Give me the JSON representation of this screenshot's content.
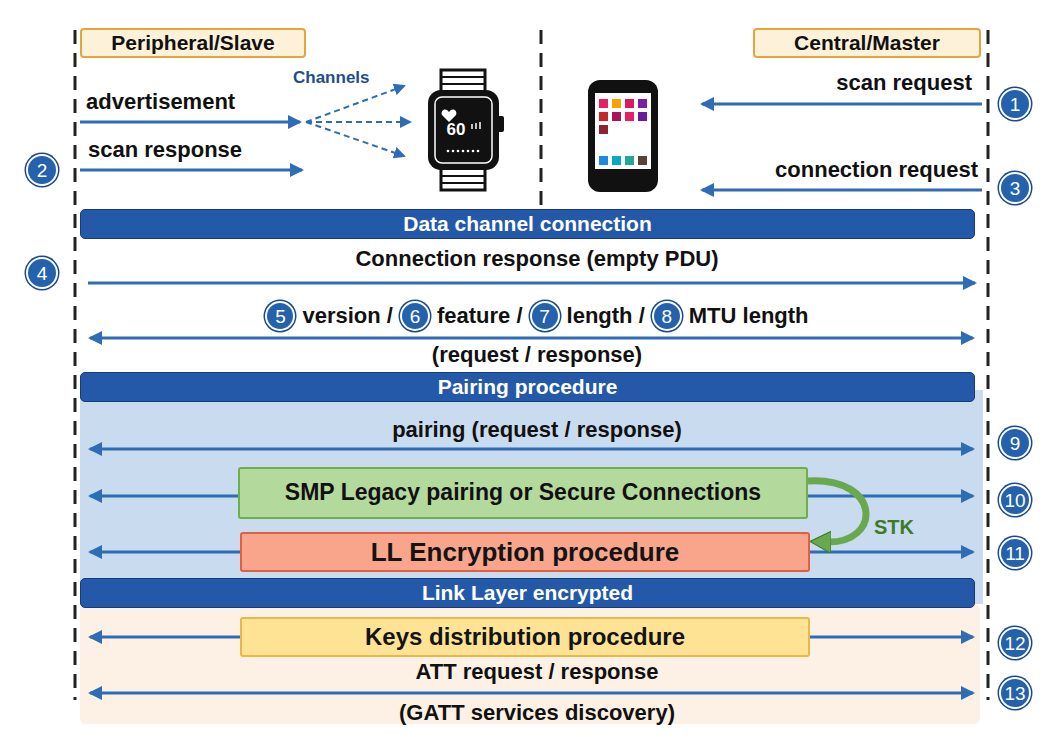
{
  "diagram": {
    "nodes": [
      {
        "text": [
          "Peripheral/Slave"
        ]
      },
      {
        "text": [
          "Central/Master"
        ]
      },
      {
        "text": [
          "Data channel connection"
        ]
      },
      {
        "text": [
          "Pairing procedure"
        ]
      },
      {
        "text": [
          "SMP Legacy pairing or Secure Connections"
        ]
      },
      {
        "text": [
          "LL Encryption procedure"
        ]
      },
      {
        "text": [
          "Link Layer encrypted"
        ]
      },
      {
        "text": [
          "Keys distribution procedure"
        ]
      }
    ],
    "edges": [
      {
        "from": 4,
        "to": 5,
        "arrow": "to",
        "label": "STK"
      }
    ],
    "labels": [
      "Channels",
      "advertisement",
      "scan request",
      "1",
      "2",
      "scan response",
      "connection request",
      "3",
      "60",
      "4",
      "Connection response (empty PDU)",
      "5",
      "version /",
      "6",
      "feature /",
      "7",
      "length /",
      "8",
      "MTU length",
      "(request / response)",
      "pairing (request / response)",
      "9",
      "10",
      "11",
      "12",
      "ATT request / response",
      "13",
      "(GATT services discovery)"
    ]
  }
}
